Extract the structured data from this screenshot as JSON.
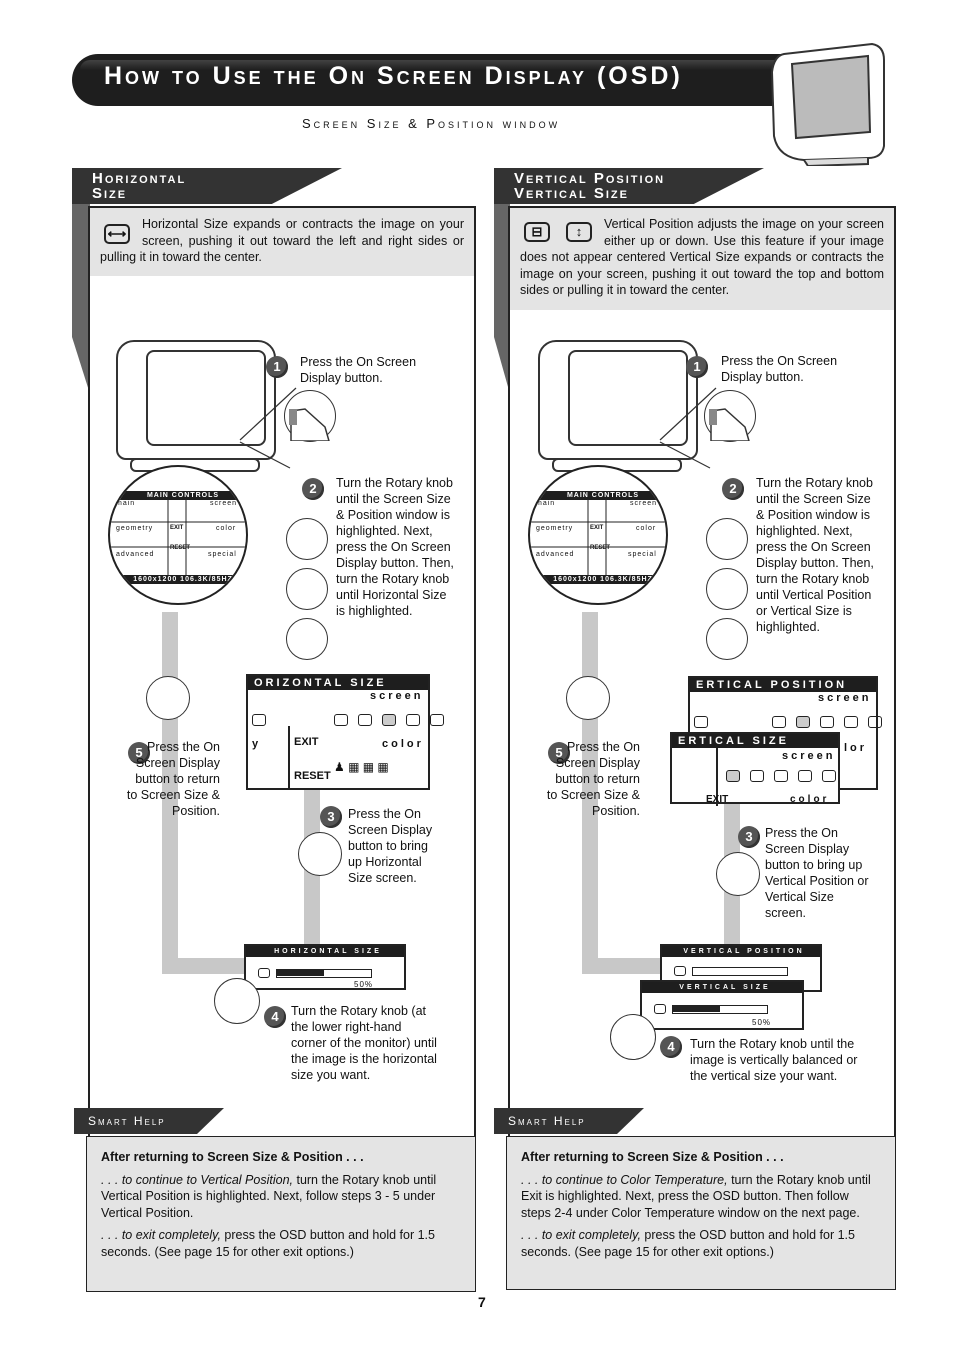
{
  "header": {
    "title": "How to Use the On Screen Display (OSD)",
    "subtitle": "Screen Size & Position window"
  },
  "left": {
    "tab_line1": "Horizontal",
    "tab_line2": "Size",
    "intro": "Horizontal Size expands or contracts the image on your screen, pushing it out toward the left and right sides or pulling it in toward the center.",
    "step1": "Press the On Screen Display button.",
    "step2": "Turn the Rotary knob until the Screen Size & Position window is highlighted. Next, press the On Screen Display button. Then, turn the Rotary knob until Horizontal Size is highlighted.",
    "step3": "Press the On Screen Display button to bring up Horizontal Size screen.",
    "step4": "Turn the Rotary knob (at the lower right-hand corner of the monitor) until the image is the horizontal size you want.",
    "step5": "Press the On Screen Display button to return to Screen Size & Position.",
    "osd_title": "ORIZONTAL SIZE",
    "osd_screen": "screen",
    "osd_color": "color",
    "osd_exit": "EXIT",
    "osd_reset": "RESET",
    "osd_y": "y",
    "bar_title": "HORIZONTAL SIZE",
    "bar_pct": "50%",
    "help_tab": "Smart Help",
    "help_heading": "After returning to Screen Size & Position . . .",
    "help_p1_italic": ". . . to continue to Vertical Position,",
    "help_p1_rest": " turn the Rotary knob until Vertical Position is highlighted. Next, follow steps 3 - 5 under Vertical Position.",
    "help_p2_italic": ". . . to exit completely,",
    "help_p2_rest": " press the OSD button and hold for 1.5 seconds. (See page 15 for other exit options.)"
  },
  "right": {
    "tab_line1": "Vertical Position",
    "tab_line2": "Vertical Size",
    "intro": "Vertical Position adjusts the image on your screen either up or down. Use this feature if your image does not appear centered Vertical Size expands or contracts the image on your screen, pushing it out toward the top and bottom sides or pulling it in toward the center.",
    "step1": "Press the On Screen Display button.",
    "step2": "Turn the Rotary knob until the Screen Size & Position window is highlighted. Next, press the On Screen Display button. Then, turn the Rotary knob until Vertical Position or Vertical Size is highlighted.",
    "step3": "Press the On Screen Display button to bring up Vertical Position or Vertical Size screen.",
    "step4": "Turn the Rotary knob until the image is vertically balanced or the vertical size your want.",
    "step5": "Press the On Screen Display button to return to Screen Size & Position.",
    "osd_title1": "ERTICAL POSITION",
    "osd_title2": "ERTICAL SIZE",
    "osd_screen": "screen",
    "osd_color": "color",
    "osd_exit": "EXIT",
    "osd_lor": "lor",
    "bar_title1": "VERTICAL POSITION",
    "bar_title2": "VERTICAL SIZE",
    "bar_pct": "50%",
    "help_tab": "Smart Help",
    "help_heading": "After returning to Screen Size & Position . . .",
    "help_p1_italic": ". . . to continue to Color Temperature,",
    "help_p1_rest": " turn the Rotary knob until Exit is highlighted. Next, press the OSD button. Then follow steps 2-4 under Color Temperature window on the next page.",
    "help_p2_italic": ". . . to exit completely,",
    "help_p2_rest": " press the OSD button and hold for 1.5 seconds. (See page 15 for other exit options.)"
  },
  "osd_main": {
    "title": "MAIN CONTROLS",
    "main": "main",
    "screen": "screen",
    "geometry": "geometry",
    "color": "color",
    "advanced": "advanced",
    "special": "special",
    "exit": "EXIT",
    "reset": "RESET",
    "status": "1600x1200   106.3K/85HZ"
  },
  "icons": {
    "horizontal_size": "horizontal-arrows-icon",
    "vertical_position": "vertical-position-icon",
    "vertical_size": "vertical-arrows-icon"
  },
  "page_number": "7"
}
